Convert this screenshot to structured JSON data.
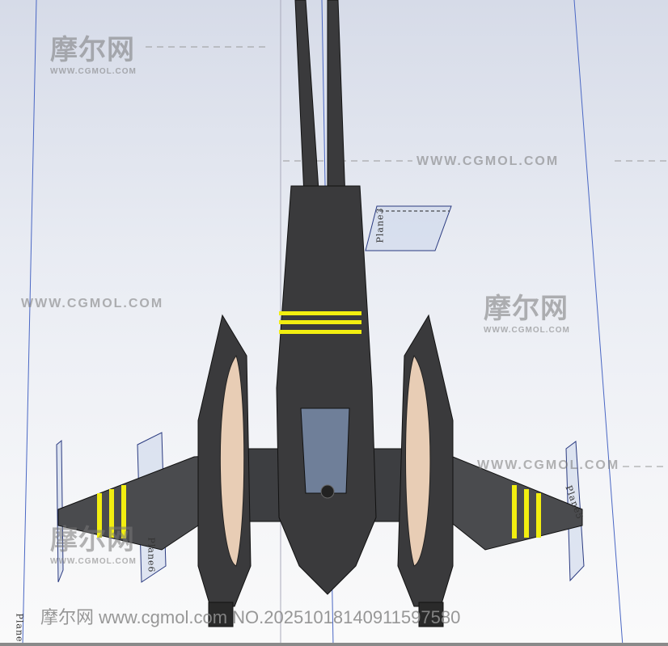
{
  "viewport": {
    "planes": [
      {
        "name": "Plane3"
      },
      {
        "name": "Plane6"
      },
      {
        "name": "Plane5"
      },
      {
        "name": "Plane"
      }
    ]
  },
  "watermarks": {
    "logo_cn": "摩尔网",
    "logo_sub": "WWW.CGMOL.COM",
    "url_upper": "WWW.CGMOL.COM",
    "footer": "摩尔网 www.cgmol.com NO.20251018140911597580"
  },
  "colors": {
    "hull": "#3a3a3c",
    "stripe": "#f2ee10",
    "plane_edge": "#3a55b0",
    "panel": "#e8cdb5"
  }
}
